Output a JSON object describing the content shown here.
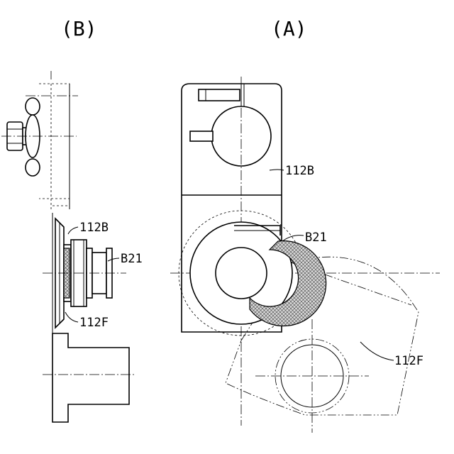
{
  "views": {
    "b_title": "(B)",
    "a_title": "(A)"
  },
  "labels": {
    "b_112b": "112B",
    "b_b21": "B21",
    "b_112f": "112F",
    "a_112b": "112B",
    "a_b21": "B21",
    "a_112f": "112F"
  }
}
